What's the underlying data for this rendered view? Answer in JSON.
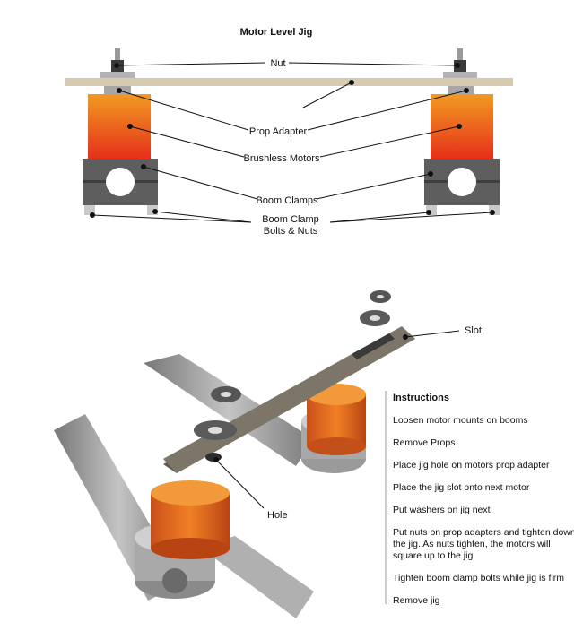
{
  "top_diagram": {
    "title": "Motor Level Jig",
    "labels": {
      "nut": "Nut",
      "prop_adapter": "Prop Adapter",
      "brushless_motors": "Brushless Motors",
      "boom_clamps": "Boom Clamps",
      "boom_clamp_bolts_line1": "Boom Clamp",
      "boom_clamp_bolts_line2": "Bolts & Nuts"
    },
    "colors": {
      "jig_bar": "#d4c9ad",
      "motor_top": "#f08a1c",
      "motor_bottom": "#e8361c",
      "clamp": "#5f5f5f",
      "adapter": "#a9a9a9"
    }
  },
  "bottom_diagram": {
    "labels": {
      "slot": "Slot",
      "hole": "Hole"
    },
    "colors": {
      "jig_plate": "#7d7668",
      "boom": "#8e8e8e",
      "motor": "#e06a1c"
    }
  },
  "instructions": {
    "title": "Instructions",
    "steps": [
      "Loosen motor mounts on booms",
      "Remove Props",
      "Place jig hole on motors prop adapter",
      "Place the jig slot onto next motor",
      "Put washers on jig next",
      "Put nuts on prop adapters and tighten down",
      "the jig. As nuts tighten, the motors will",
      "square up to the jig",
      "Tighten boom clamp bolts while jig is firm",
      "Remove jig"
    ]
  }
}
